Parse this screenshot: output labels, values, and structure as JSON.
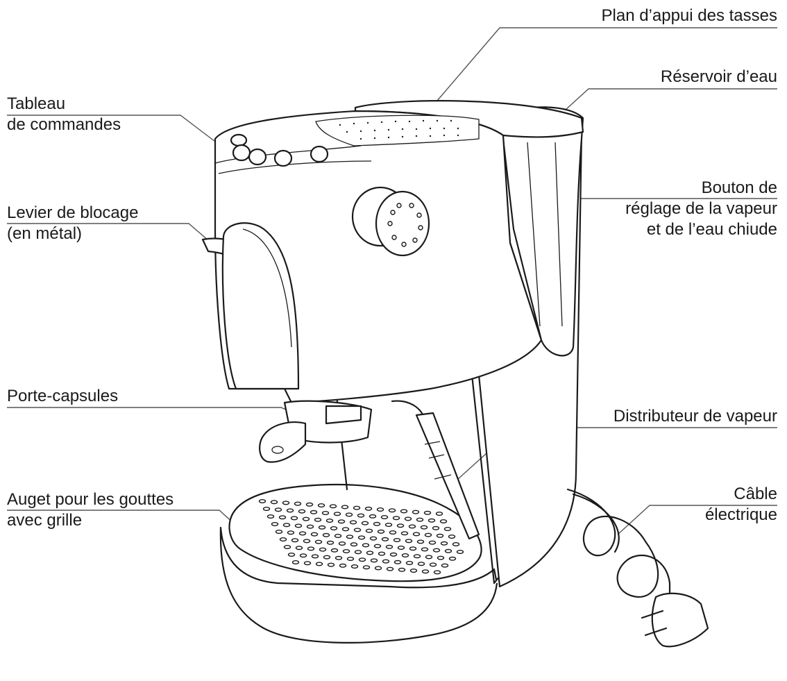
{
  "labels": {
    "cup_rest": "Plan d’appui des tasses",
    "water_tank": "Réservoir d’eau",
    "control_panel": [
      "Tableau",
      "de commandes"
    ],
    "locking_lever": [
      "Levier de blocage",
      "(en métal)"
    ],
    "steam_knob": [
      "Bouton de",
      "réglage de la vapeur",
      "et de l’eau chiude"
    ],
    "capsule_holder": "Porte-capsules",
    "steam_dispenser": "Distributeur de vapeur",
    "drip_tray": [
      "Auget pour les gouttes",
      "avec grille"
    ],
    "power_cable": [
      "Câble",
      "électrique"
    ]
  }
}
